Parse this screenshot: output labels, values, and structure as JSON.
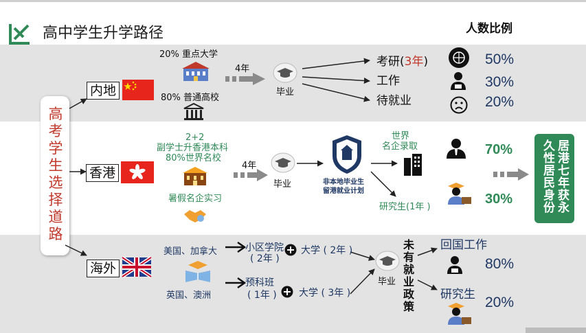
{
  "title": "高中学生升学路径",
  "ratio_header": "人数比例",
  "side_label": "高考学生选择道路",
  "mainland": {
    "region": "内地",
    "school1": "20% 重点大学",
    "school2": "80% 普通高校",
    "years": "4年",
    "graduate": "毕业",
    "outcomes": [
      {
        "pre": "考研(",
        "accent": "3年",
        "post": ")",
        "pct": "50%"
      },
      {
        "pre": "工作",
        "accent": "",
        "post": "",
        "pct": "30%"
      },
      {
        "pre": "待就业",
        "accent": "",
        "post": "",
        "pct": "20%"
      }
    ]
  },
  "hongkong": {
    "region": "香港",
    "line1": "2+2",
    "line2": "副学士升香港本科",
    "line3": "80%世界名校",
    "internship": "暑假名企实习",
    "years": "4年",
    "graduate": "毕业",
    "scheme_line1": "非本地毕业生",
    "scheme_line2": "留港就业计划",
    "employ_line1": "世界",
    "employ_line2": "名企录取",
    "postgrad": "研究生(1年 )",
    "pct1": "70%",
    "pct2": "30%",
    "residency": "居港七年获永久性居民身份"
  },
  "overseas": {
    "region": "海外",
    "route1_country": "美国、加拿大",
    "route1_step1": "小区学院",
    "route1_step1_dur": "( 2年 )",
    "route1_step2": "大学 ( 2年 )",
    "route2_country": "英国、澳洲",
    "route2_step1": "预科班",
    "route2_step1_dur": "( 1年 )",
    "route2_step2": "大学 ( 3年 )",
    "no_policy": "未有就业政策",
    "graduate": "毕业",
    "outcome1": "回国工作",
    "pct1": "80%",
    "outcome2": "研究生",
    "pct2": "20%"
  },
  "colors": {
    "accent_green": "#2f8a57",
    "band_grey": "#e3e3e3",
    "navy": "#1f3864",
    "china_red": "#e8251c",
    "accent_red": "#c0392b"
  }
}
